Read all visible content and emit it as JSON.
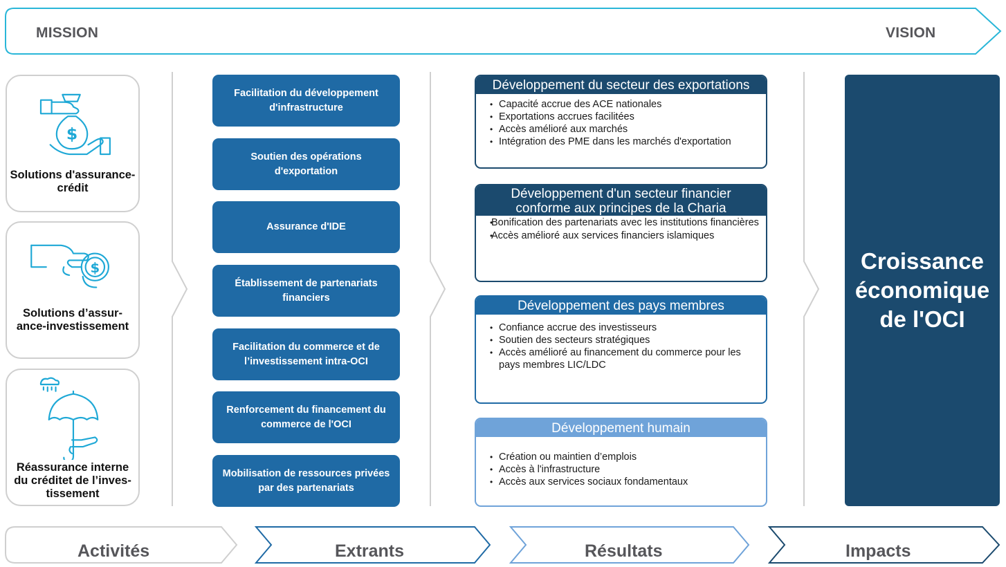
{
  "banner": {
    "mission": "MISSION",
    "vision": "VISION"
  },
  "activities": [
    {
      "label": "Solutions d'assurance-crédit",
      "icon": "hand-money-bag-icon"
    },
    {
      "label": "Solutions d’assur-ance-investissement",
      "icon": "hand-coin-icon"
    },
    {
      "label": "Réassurance interne du créditet de l’inves-tissement",
      "icon": "umbrella-rain-icon"
    }
  ],
  "outputs": [
    "Facilitation du développement d'infrastructure",
    "Soutien des opérations d'exportation",
    "Assurance d'IDE",
    "Établissement de partenariats financiers",
    "Facilitation du commerce et de l’investissement intra-OCI",
    "Renforcement du financement du commerce de l'OCI",
    "Mobilisation de ressources privées par des partenariats"
  ],
  "results": [
    {
      "title": "Développement du secteur des exportations",
      "color": "#1b4a6e",
      "items": [
        "Capacité accrue des ACE nationales",
        "Exportations accrues facilitées",
        "Accès amélioré aux marchés",
        "Intégration des PME dans les marchés d'exportation"
      ]
    },
    {
      "title": "Développement d'un secteur financier conforme aux principes de la Charia",
      "color": "#1b4a6e",
      "items": [
        "Bonification des partenariats avec les institutions financières",
        "Accès amélioré aux services financiers islamiques"
      ]
    },
    {
      "title": "Développement des pays membres",
      "color": "#1f6aa5",
      "items": [
        "Confiance accrue des investisseurs",
        "Soutien des secteurs stratégiques",
        "Accès amélioré au financement du commerce pour les pays membres LIC/LDC"
      ]
    },
    {
      "title": "Développement humain",
      "color": "#6fa3d9",
      "items": [
        "Création ou maintien d’emplois",
        "Accès à l'infrastructure",
        "Accès aux services sociaux fondamentaux"
      ]
    }
  ],
  "impact": "Croissance économique de l'OCI",
  "bottom": {
    "activites": "Activités",
    "extrants": "Extrants",
    "resultats": "Résultats",
    "impacts": "Impacts"
  },
  "colors": {
    "dark_navy": "#1b4a6e",
    "mid_blue": "#1f6aa5",
    "light_blue": "#6fa3d9",
    "cyan_outline": "#29b6d8",
    "icon_cyan": "#1ea8d6",
    "grey_text": "#56565a",
    "grey_outline": "#cfcfcf"
  }
}
